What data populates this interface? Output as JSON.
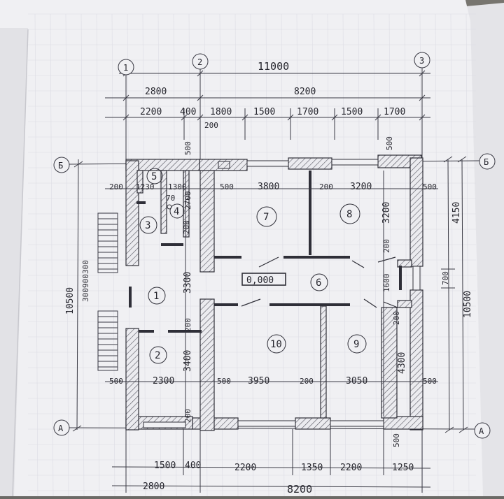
{
  "axes": {
    "top": [
      "1",
      "2",
      "3"
    ],
    "left_top": "Б",
    "right_top": "Б",
    "left_bottom": "А",
    "right_bottom": "А"
  },
  "dims_top": {
    "total": "11000",
    "row2": [
      "2800",
      "8200"
    ],
    "row3": [
      "2200",
      "400",
      "1800",
      "1500",
      "1700",
      "1500",
      "1700"
    ],
    "sub": "200",
    "wall_top": "500"
  },
  "dims_left": {
    "total": "10500",
    "stair": [
      "300",
      "900",
      "300"
    ]
  },
  "dims_right": {
    "total": "10500",
    "upper": "4150",
    "mid": "700"
  },
  "dims_bottom": {
    "row1": [
      "1500",
      "400",
      "2200",
      "1350",
      "2200",
      "1250"
    ],
    "row2": [
      "2800",
      "8200"
    ]
  },
  "interior": {
    "row_top": [
      "200",
      "1230",
      "1300",
      "500",
      "3800",
      "200",
      "3200",
      "500"
    ],
    "small_70": "70",
    "vert_500": "500",
    "vert_2700": "2700",
    "vert_200a": "200",
    "vert_3300": "3300",
    "vert_200b": "200",
    "vert_3400": "3400",
    "vert_200c": "200",
    "right_3200": "3200",
    "right_200a": "200",
    "right_1600": "1600",
    "right_200b": "200",
    "right_4300": "4300",
    "right_500": "500",
    "row_bottom": [
      "500",
      "2300",
      "500",
      "3950",
      "200",
      "3050",
      "500"
    ],
    "elev": "0,000",
    "bottom_500": "500"
  },
  "rooms": [
    "1",
    "2",
    "3",
    "4",
    "5",
    "6",
    "7",
    "8",
    "9",
    "10"
  ]
}
